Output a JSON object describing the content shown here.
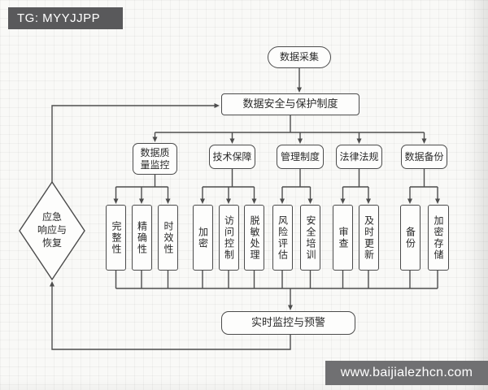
{
  "watermarks": {
    "telegram": "TG: MYYJJPP",
    "website": "www.baijialezhcn.com"
  },
  "colors": {
    "banner_top_bg": "#59595b",
    "banner_bottom_bg": "#707072",
    "line": "#4d4d4d",
    "node_border": "#4b4b4b",
    "paper_bg": "#f9f9f7"
  },
  "diagram": {
    "start": {
      "label": "数据采集"
    },
    "policy": {
      "label": "数据安全与保护制度"
    },
    "branches": [
      {
        "label": "数据质量监控",
        "children": [
          "完整性",
          "精确性",
          "时效性"
        ]
      },
      {
        "label": "技术保障",
        "children": [
          "加密",
          "访问控制",
          "脱敏处理"
        ]
      },
      {
        "label": "管理制度",
        "children": [
          "风险评估",
          "安全培训"
        ]
      },
      {
        "label": "法律法规",
        "children": [
          "审查",
          "及时更新"
        ]
      },
      {
        "label": "数据备份",
        "children": [
          "备份",
          "加密存储"
        ]
      }
    ],
    "monitor": {
      "label": "实时监控与预警"
    },
    "emergency": {
      "label": "应急响应与恢复",
      "lines": [
        "应急",
        "响应与",
        "恢复"
      ]
    }
  }
}
